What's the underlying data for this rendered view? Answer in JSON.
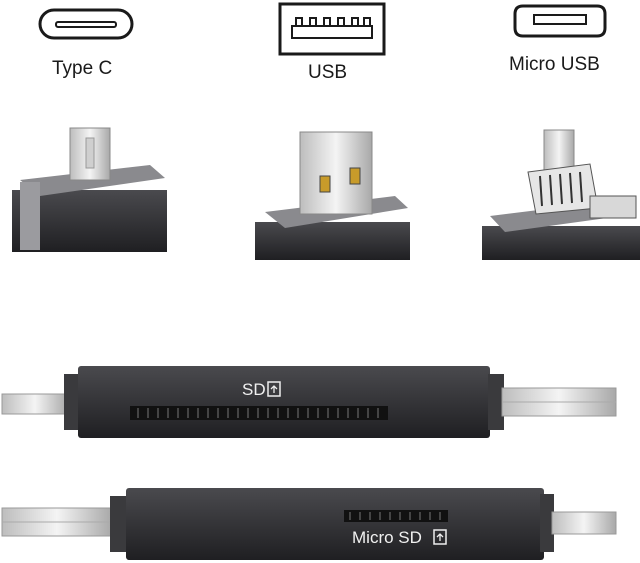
{
  "connectors": [
    {
      "label": "Type C",
      "icon": "usb-c-port-icon"
    },
    {
      "label": "USB",
      "icon": "usb-a-port-icon"
    },
    {
      "label": "Micro USB",
      "icon": "micro-usb-port-icon"
    }
  ],
  "readers": {
    "sd_label": "SD",
    "microsd_label": "Micro SD"
  },
  "colors": {
    "body": "#2b2b2e",
    "metal": "#d9d9d9",
    "outline": "#1a1a1a"
  }
}
